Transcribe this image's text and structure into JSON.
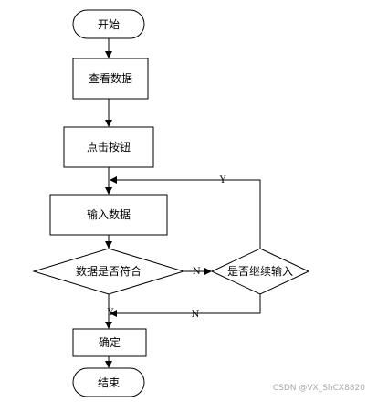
{
  "diagram": {
    "nodes": {
      "start": "开始",
      "view_data": "查看数据",
      "click_button": "点击按钮",
      "input_data": "输入数据",
      "data_match": "数据是否符合",
      "continue_input": "是否继续输入",
      "confirm": "确定",
      "end": "结束"
    },
    "edge_labels": {
      "match_no": "N",
      "continue_yes": "Y",
      "continue_no": "N",
      "match_yes": "Y"
    }
  },
  "watermark": "CSDN @VX_ShCX8820"
}
